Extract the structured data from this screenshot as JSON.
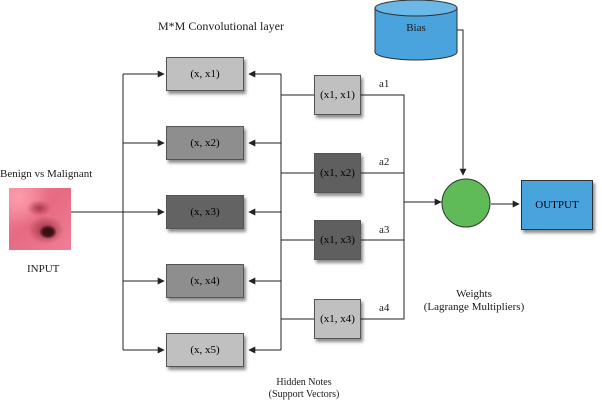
{
  "title": "M*M Convolutional layer",
  "input": {
    "heading": "Benign vs Malignant",
    "label": "INPUT"
  },
  "bias": {
    "label": "Bias",
    "color": "#49a3dc"
  },
  "output": {
    "label": "OUTPUT",
    "color": "#49a3dc"
  },
  "combiner": {
    "color": "#5fba58"
  },
  "conv_nodes": [
    {
      "label": "(x, x1)",
      "shade": "#c0c0c0"
    },
    {
      "label": "(x, x2)",
      "shade": "#8e8e8e"
    },
    {
      "label": "(x, x3)",
      "shade": "#636363"
    },
    {
      "label": "(x, x4)",
      "shade": "#8e8e8e"
    },
    {
      "label": "(x, x5)",
      "shade": "#c0c0c0"
    }
  ],
  "hidden_nodes": [
    {
      "label": "(x1, x1)",
      "shade": "#c0c0c0",
      "weight": "a1"
    },
    {
      "label": "(x1, x2)",
      "shade": "#5f5f5f",
      "weight": "a2"
    },
    {
      "label": "(x1, x3)",
      "shade": "#5f5f5f",
      "weight": "a3"
    },
    {
      "label": "(x1, x4)",
      "shade": "#c0c0c0",
      "weight": "a4"
    }
  ],
  "weights_caption": {
    "line1": "Weights",
    "line2": "(Lagrange Multipliers)"
  },
  "hidden_caption": {
    "line1": "Hidden Notes",
    "line2": "(Support Vectors)"
  }
}
